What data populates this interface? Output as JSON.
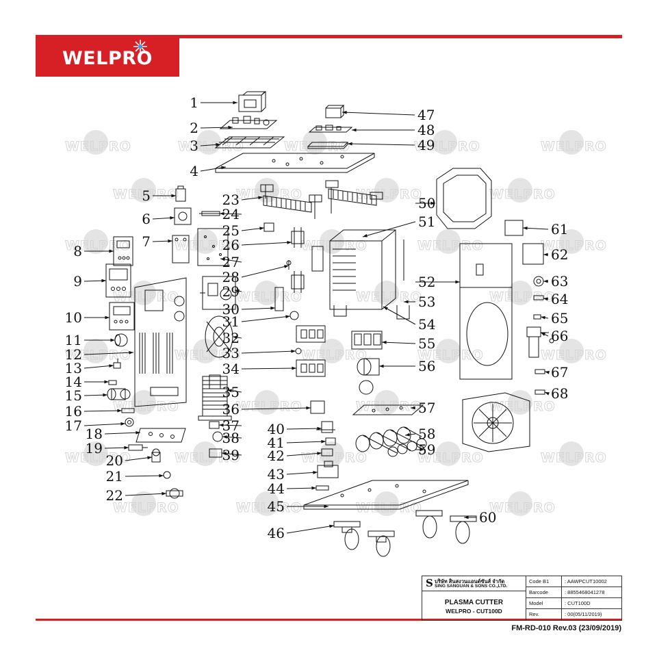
{
  "brand": {
    "logo_text": "WELPRO",
    "color": "#d71f26"
  },
  "watermark_text": "WELPRO",
  "parts": [
    "1",
    "2",
    "3",
    "4",
    "5",
    "6",
    "7",
    "8",
    "9",
    "10",
    "11",
    "12",
    "13",
    "14",
    "15",
    "16",
    "17",
    "18",
    "19",
    "20",
    "21",
    "22",
    "23",
    "24",
    "25",
    "26",
    "27",
    "28",
    "29",
    "30",
    "31",
    "32",
    "33",
    "34",
    "35",
    "36",
    "37",
    "38",
    "39",
    "40",
    "41",
    "42",
    "43",
    "44",
    "45",
    "46",
    "47",
    "48",
    "49",
    "50",
    "51",
    "52",
    "53",
    "54",
    "55",
    "56",
    "57",
    "58",
    "59",
    "60",
    "61",
    "62",
    "63",
    "64",
    "65",
    "66",
    "67",
    "68"
  ],
  "title_block": {
    "company_mark": "S",
    "company_th": "บริษัท สินสงวนแอนด์ซันส์ จำกัด",
    "company_en": "SING SANGUAN & SONS CO.,LTD.",
    "product": "PLASMA CUTTER",
    "model_line": "WELPRO - CUT100D",
    "fields": [
      {
        "key": "Code B1",
        "value": ": AAWPCUT10002"
      },
      {
        "key": "Barcode",
        "value": ": 8855468041278"
      },
      {
        "key": "Model",
        "value": ": CUT100D"
      },
      {
        "key": "Rev.",
        "value": ": 00(05/11/2019)"
      }
    ]
  },
  "form_ref": "FM-RD-010 Rev.03 (23/09/2019)"
}
